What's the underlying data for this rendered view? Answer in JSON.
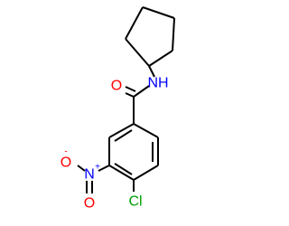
{
  "molecule": {
    "atoms": {
      "oxygen_carbonyl": {
        "label": "O",
        "color": "#ff0000"
      },
      "nitrogen_amide": {
        "label": "NH",
        "color": "#0000ff"
      },
      "nitrogen_nitro": {
        "label": "N",
        "color": "#0000ff",
        "charge": "+"
      },
      "oxygen_nitro_single": {
        "label": "O",
        "color": "#ff0000",
        "charge": "-"
      },
      "oxygen_nitro_double": {
        "label": "O",
        "color": "#ff0000"
      },
      "chlorine": {
        "label": "Cl",
        "color": "#00a000"
      }
    },
    "bond_color": "#000000"
  }
}
